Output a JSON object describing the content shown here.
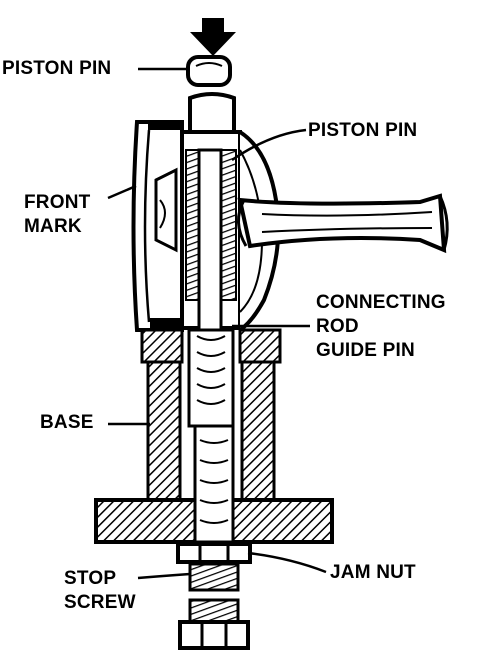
{
  "labels": {
    "piston_pin_top": "PISTON PIN",
    "piston_pin_right": "PISTON PIN",
    "front_mark": [
      "FRONT",
      "MARK"
    ],
    "connecting_rod_guide_pin": [
      "CONNECTING",
      "ROD",
      "GUIDE PIN"
    ],
    "base": "BASE",
    "jam_nut": "JAM NUT",
    "stop_screw": [
      "STOP",
      "SCREW"
    ]
  },
  "colors": {
    "ink": "#000000",
    "paper": "#ffffff"
  }
}
